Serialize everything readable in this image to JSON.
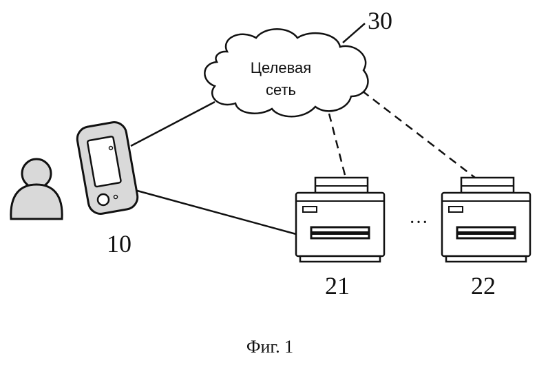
{
  "cloud": {
    "line1": "Целевая",
    "line2": "сеть",
    "ref": "30"
  },
  "terminal": {
    "ref": "10"
  },
  "printers": [
    {
      "ref": "21"
    },
    {
      "ref": "22"
    }
  ],
  "ellipsis": "···",
  "caption": "Фиг. 1"
}
